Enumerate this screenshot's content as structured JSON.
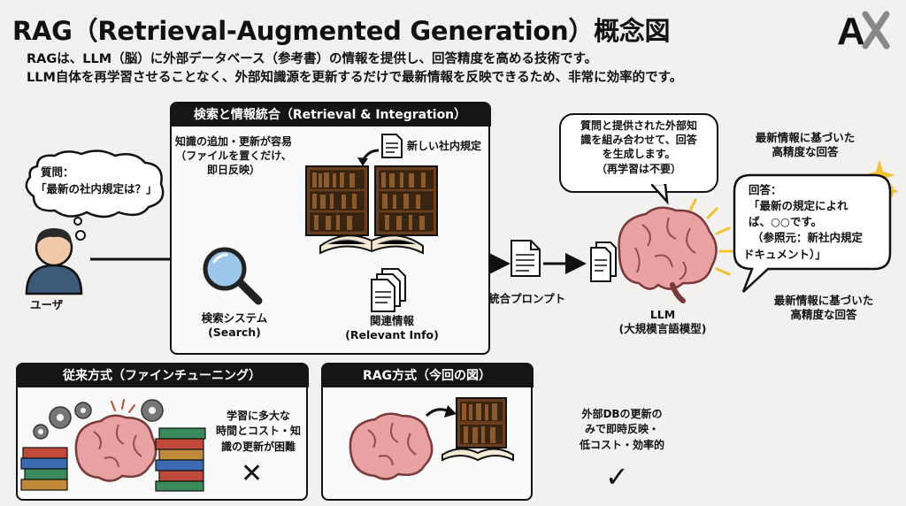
{
  "title": "RAG（Retrieval-Augmented Generation）概念図",
  "subtitle_line1": "RAGは、LLM（脳）に外部データベース（参考書）の情報を提供し、回答精度を高める技術です。",
  "subtitle_line2": "LLM自体を再学習させることなく、外部知識源を更新するだけで最新情報を反映できるため、非常に効率的です。",
  "logo_text": "AX",
  "user": {
    "question_line1": "質問：",
    "question_line2": "「最新の社内規定は？」",
    "label": "ユーザ"
  },
  "retrieval_panel": {
    "header": "検索と情報統合（Retrieval & Integration）",
    "note_line1": "知識の追加・更新が容易",
    "note_line2": "（ファイルを置くだけ、",
    "note_line3": "即日反映）",
    "new_doc_label": "新しい社内規定",
    "search_line1": "検索システム",
    "search_line2": "(Search)",
    "relevant_line1": "関連情報",
    "relevant_line2": "(Relevant Info)"
  },
  "prompt_label": "統合プロンプト",
  "llm": {
    "bubble_line1": "質問と提供された外部知",
    "bubble_line2": "識を組み合わせて、回答",
    "bubble_line3": "を生成します。",
    "bubble_line4": "（再学習は不要）",
    "label_line1": "LLM",
    "label_line2": "(大規模言語模型)"
  },
  "answer": {
    "top_line1": "最新情報に基づいた",
    "top_line2": "高精度な回答",
    "line1": "回答：",
    "line2": "「最新の規定によれ",
    "line3": "ば、○○です。",
    "line4": "（参照元：新社内規定",
    "line5": "ドキュメント）」",
    "bottom_line1": "最新情報に基づいた",
    "bottom_line2": "高精度な回答"
  },
  "traditional": {
    "header": "従来方式（ファインチューニング）",
    "text_line1": "学習に多大な",
    "text_line2": "時間とコスト・知",
    "text_line3": "識の更新が困難",
    "mark": "✕"
  },
  "rag_method": {
    "header": "RAG方式（今回の図）",
    "text_line1": "外部DBの更新の",
    "text_line2": "みで即時反映・",
    "text_line3": "低コスト・効率的",
    "mark": "✓"
  },
  "colors": {
    "brain": "#e8a2a2",
    "brain_line": "#7a3a3a",
    "book_dark": "#6b3f1e",
    "sparkle": "#f2c230",
    "header": "#151515",
    "magnifier": "#4a87c7"
  }
}
